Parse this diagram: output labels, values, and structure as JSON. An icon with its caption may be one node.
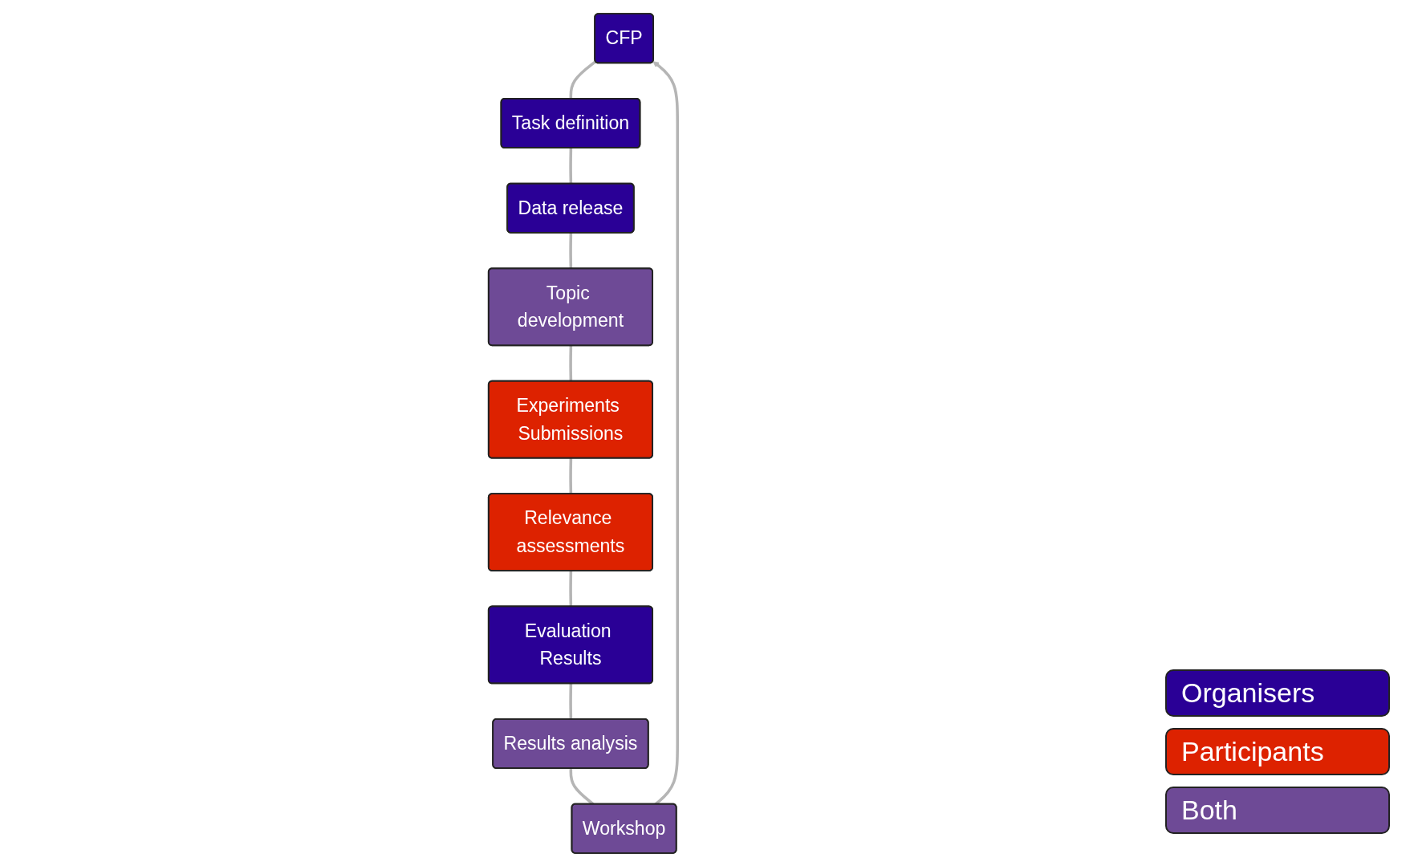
{
  "diagram": {
    "nodes": [
      {
        "text": [
          "CFP"
        ]
      },
      {
        "text": [
          "Task definition"
        ]
      },
      {
        "text": [
          "Data release"
        ]
      },
      {
        "text": [
          "Topic development"
        ]
      },
      {
        "text": [
          "Experiments Submissions"
        ]
      },
      {
        "text": [
          "Relevance assessments"
        ]
      },
      {
        "text": [
          "Evaluation Results"
        ]
      },
      {
        "text": [
          "Results analysis"
        ]
      },
      {
        "text": [
          "Workshop"
        ]
      }
    ],
    "edges": [
      {
        "from": 0,
        "to": 1,
        "arrow": "none"
      },
      {
        "from": 1,
        "to": 2,
        "arrow": "none"
      },
      {
        "from": 2,
        "to": 3,
        "arrow": "none"
      },
      {
        "from": 3,
        "to": 4,
        "arrow": "none"
      },
      {
        "from": 4,
        "to": 5,
        "arrow": "none"
      },
      {
        "from": 5,
        "to": 6,
        "arrow": "none"
      },
      {
        "from": 6,
        "to": 7,
        "arrow": "none"
      },
      {
        "from": 7,
        "to": 8,
        "arrow": "none"
      },
      {
        "from": 8,
        "to": 0,
        "arrow": "to"
      }
    ],
    "legend": [
      {
        "text": "Organisers",
        "color": "#2a0096"
      },
      {
        "text": "Participants",
        "color": "#dd2200"
      },
      {
        "text": "Both",
        "color": "#6e4a96"
      }
    ]
  }
}
